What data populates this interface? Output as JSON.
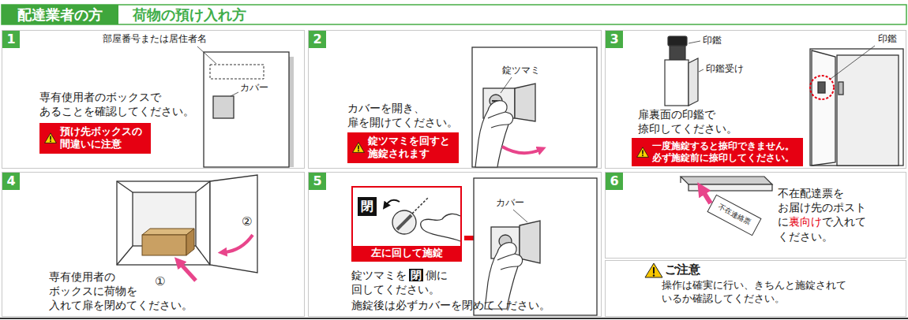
{
  "diagram": {
    "title": "荷物の預け入れ方",
    "nodes": [
      {
        "text": [
          "配達業者の方"
        ]
      },
      {
        "text": [
          "専有使用者のボックスで あることを確認してください。"
        ]
      },
      {
        "text": [
          "1"
        ],
        "in": 1
      },
      {
        "text": [
          "預け先ボックスの 間違いに注意"
        ],
        "in": 1
      },
      {
        "text": [
          "カバーを開き、 扉を開けてください。"
        ]
      },
      {
        "text": [
          "2"
        ],
        "in": 4
      },
      {
        "text": [
          "錠ツマミを回すと 施錠されます"
        ],
        "in": 4
      },
      {
        "text": [
          "扉裏面の印鑑で 捺印してください。"
        ]
      },
      {
        "text": [
          "3"
        ],
        "in": 7
      },
      {
        "text": [
          "一度施錠すると捺印できません。 必ず施錠前に捺印してください。"
        ],
        "in": 7
      },
      {
        "text": [
          "専有使用者の ボックスに荷物を 入れて扉を閉めてください。"
        ]
      },
      {
        "text": [
          "4"
        ],
        "in": 10
      },
      {
        "text": [
          "錠ツマミを",
          "閉",
          "側に 回してください。",
          "施錠後は必ずカバーを閉めてください。"
        ]
      },
      {
        "text": [
          "5"
        ],
        "in": 12
      },
      {
        "text": [
          "左に回して施錠"
        ],
        "in": 12
      },
      {
        "text": [
          "閉"
        ],
        "in": 14
      },
      {
        "text": [
          "不在配達票を お届け先のポスト に",
          "裏向け",
          "で入れて ください。"
        ]
      },
      {
        "text": [
          "6"
        ],
        "in": 16
      },
      {
        "text": [
          "ご注意",
          "操作は確実に行い、きちんと施錠されて いるか確認してください。"
        ]
      }
    ],
    "labels": [
      "部屋番号または居住者名",
      "カバー",
      "錠ツマミ",
      "印鑑",
      "印鑑受け",
      "印鑑",
      "②",
      "①",
      "カバー",
      "不在連絡票"
    ]
  }
}
